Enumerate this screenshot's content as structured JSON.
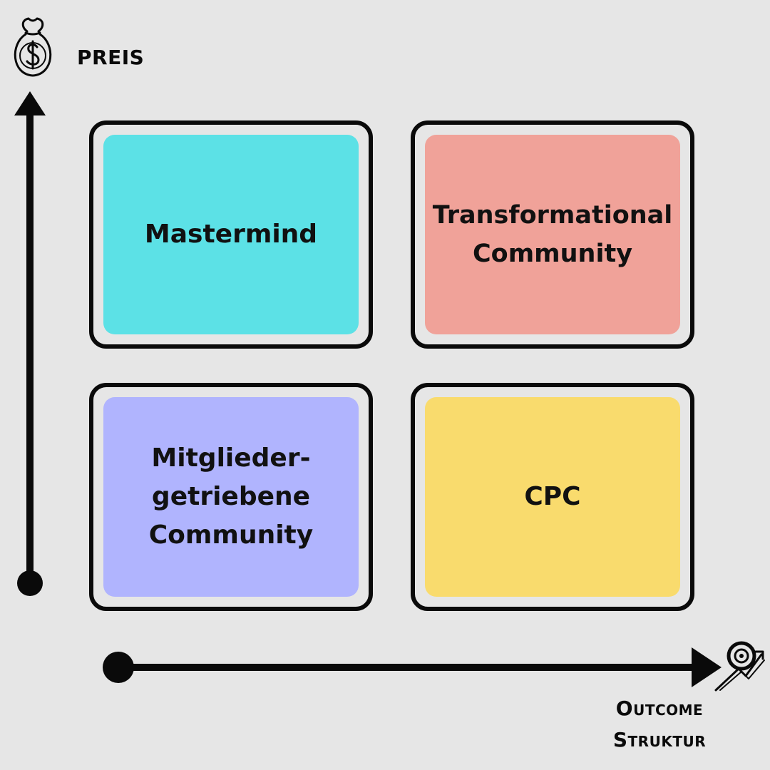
{
  "axes": {
    "y_label": "PREIS",
    "x_label": "Outcome\nStruktur"
  },
  "icons": {
    "y_icon": "money-bag-icon",
    "x_icon": "target-growth-icon"
  },
  "quadrants": [
    {
      "id": "top-left",
      "label": "Mastermind",
      "color": "#5ce1e6"
    },
    {
      "id": "top-right",
      "label": "Transformational\nCommunity",
      "color": "#f0a299"
    },
    {
      "id": "bottom-left",
      "label": "Mitglieder-\ngetriebene\nCommunity",
      "color": "#b0b4fe"
    },
    {
      "id": "bottom-right",
      "label": "CPC",
      "color": "#f9db6d"
    }
  ],
  "colors": {
    "background": "#e6e6e6",
    "stroke": "#0a0a0a"
  }
}
